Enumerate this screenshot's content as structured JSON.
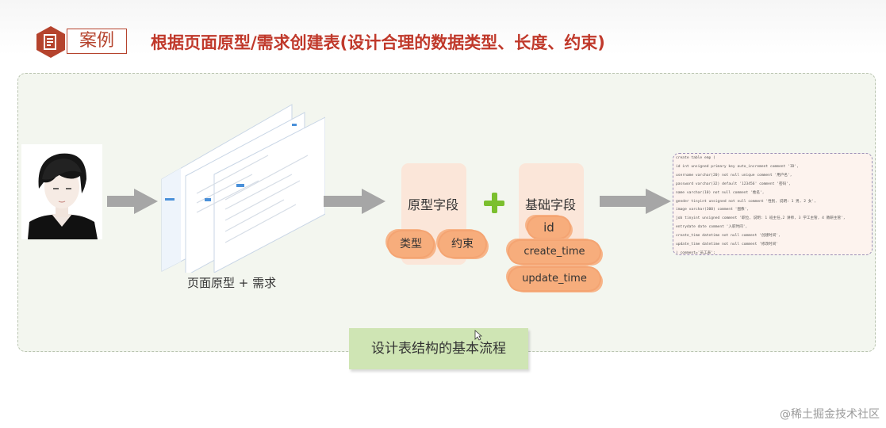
{
  "header": {
    "badge_label": "案例",
    "badge_icon": "document-icon",
    "title": "根据页面原型/需求创建表(设计合理的数据类型、长度、约束)",
    "accent_color": "#c0392b"
  },
  "diagram": {
    "prototype_caption": "页面原型 + 需求",
    "prototype_fields": {
      "title": "原型字段",
      "tags": [
        "类型",
        "约束"
      ]
    },
    "base_fields": {
      "title": "基础字段",
      "tags": [
        "id",
        "create_time",
        "update_time"
      ]
    },
    "plus_color": "#7bbf2e",
    "flow_label": "设计表结构的基本流程"
  },
  "sql_lines": [
    "create table emp (",
    "  id int unsigned primary key auto_increment comment 'ID',",
    "  username varchar(20) not null unique comment '用户名',",
    "  password varchar(32) default '123456' comment '密码',",
    "  name varchar(10) not null comment '姓名',",
    "  gender tinyint unsigned not null comment '性别, 说明: 1 男, 2 女',",
    "  image varchar(300) comment '图像',",
    "  job tinyint unsigned comment '职位, 说明: 1 班主任,2 讲师, 3 学工主管, 4 教研主管',",
    "  entrydate date comment '入职时间',",
    "  create_time datetime not null comment '创建时间',",
    "  update_time datetime not null comment '修改时间'",
    ") comment='员工表';"
  ],
  "watermark": "@稀土掘金技术社区"
}
